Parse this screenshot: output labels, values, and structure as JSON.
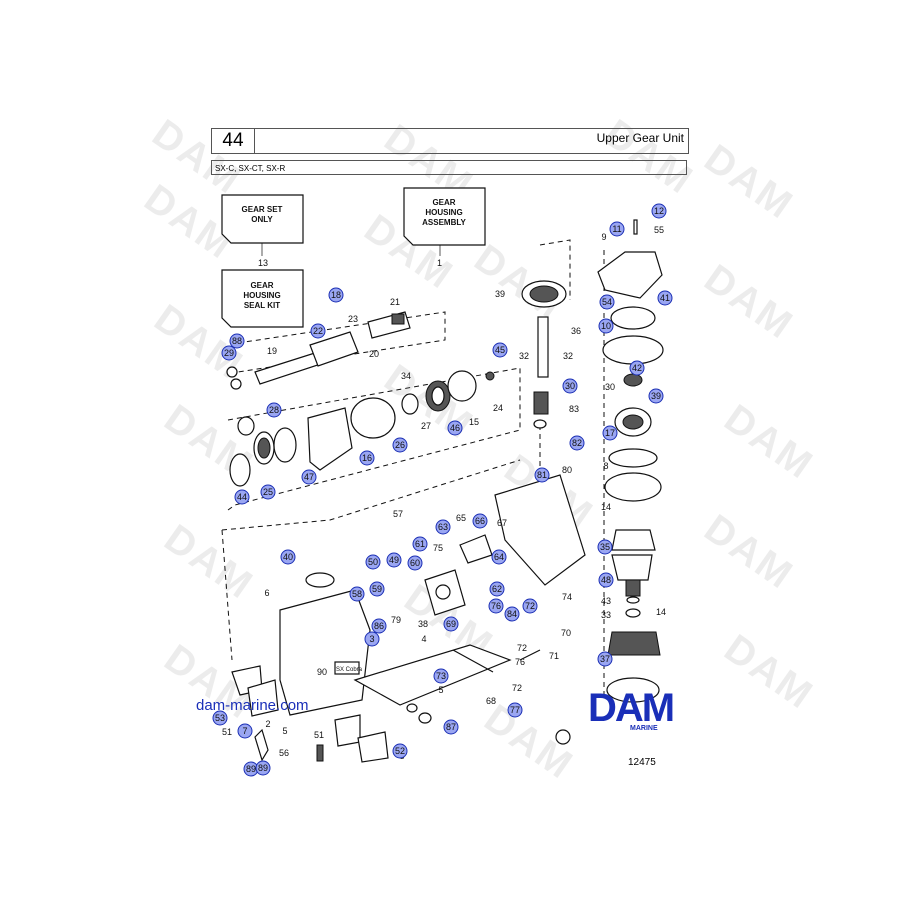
{
  "header": {
    "page_number": "44",
    "title": "Upper Gear Unit",
    "models": "SX-C, SX-CT, SX-R"
  },
  "watermark": "DAM",
  "kit_boxes": [
    {
      "lines": [
        "GEAR SET",
        "ONLY"
      ],
      "ref": "13"
    },
    {
      "lines": [
        "GEAR",
        "HOUSING",
        "ASSEMBLY"
      ],
      "ref": "1"
    },
    {
      "lines": [
        "GEAR",
        "HOUSING",
        "SEAL KIT"
      ],
      "ref": ""
    }
  ],
  "callouts": [
    "12",
    "11",
    "9",
    "55",
    "39",
    "54",
    "41",
    "18",
    "21",
    "88",
    "22",
    "23",
    "36",
    "10",
    "29",
    "19",
    "20",
    "45",
    "32",
    "32",
    "42",
    "30",
    "39",
    "34",
    "30",
    "24",
    "83",
    "28",
    "15",
    "27",
    "46",
    "26",
    "17",
    "82",
    "44",
    "25",
    "47",
    "16",
    "81",
    "80",
    "8",
    "14",
    "57",
    "63",
    "65",
    "66",
    "67",
    "35",
    "40",
    "75",
    "64",
    "50",
    "49",
    "61",
    "60",
    "48",
    "62",
    "59",
    "74",
    "43",
    "6",
    "58",
    "33",
    "14",
    "79",
    "86",
    "76",
    "84",
    "72",
    "38",
    "3",
    "70",
    "69",
    "72",
    "4",
    "71",
    "76",
    "37",
    "90",
    "73",
    "5",
    "68",
    "72",
    "53",
    "7",
    "51",
    "2",
    "89",
    "5",
    "51",
    "77",
    "3",
    "87",
    "56",
    "52",
    "89"
  ],
  "url": "dam-marine.com",
  "brand": {
    "name": "DAM",
    "sub": "MARINE"
  },
  "figure_number": "12475"
}
